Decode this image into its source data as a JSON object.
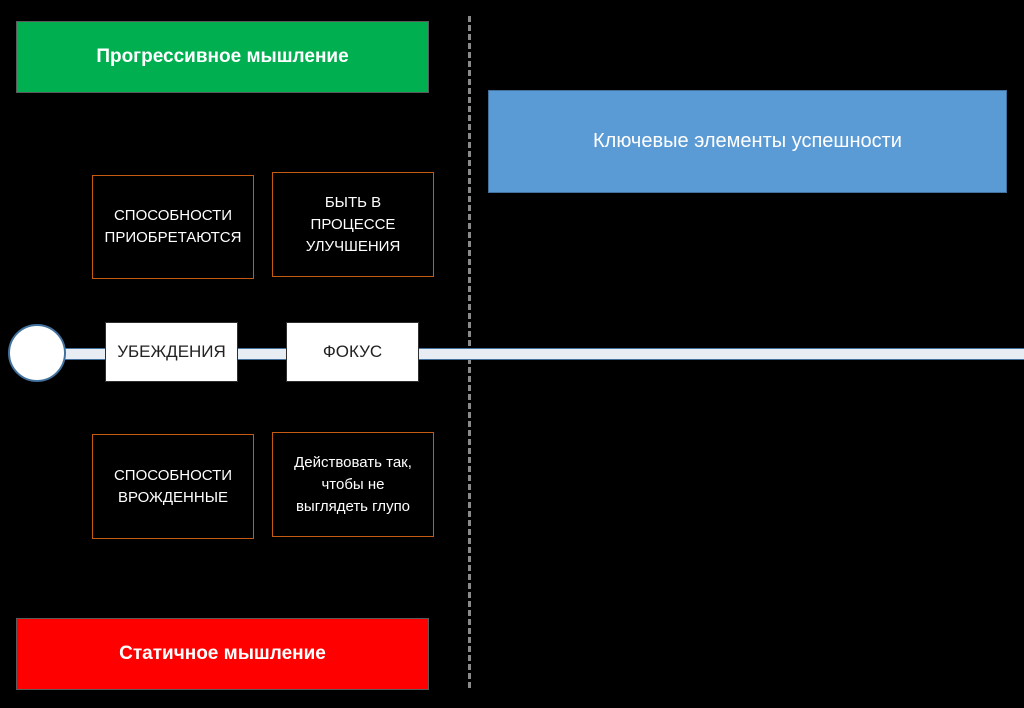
{
  "mindsets": {
    "progressive": "Прогрессивное мышление",
    "static": "Статичное мышление"
  },
  "key_elements": "Ключевые элементы успешности",
  "axis": {
    "beliefs": "УБЕЖДЕНИЯ",
    "focus": "ФОКУС"
  },
  "progressive_items": {
    "abilities": "СПОСОБНОСТИ\nПРИОБРЕТАЮТСЯ",
    "focus": "БЫТЬ В\nПРОЦЕССЕ\nУЛУЧШЕНИЯ"
  },
  "static_items": {
    "abilities": "СПОСОБНОСТИ\nВРОЖДЕННЫЕ",
    "focus": "Действовать так,\nчтобы не\nвыглядеть глупо"
  },
  "colors": {
    "progressive": "#00b050",
    "static": "#ff0000",
    "key_elements": "#5b9bd5",
    "item_border": "#c55a11"
  }
}
